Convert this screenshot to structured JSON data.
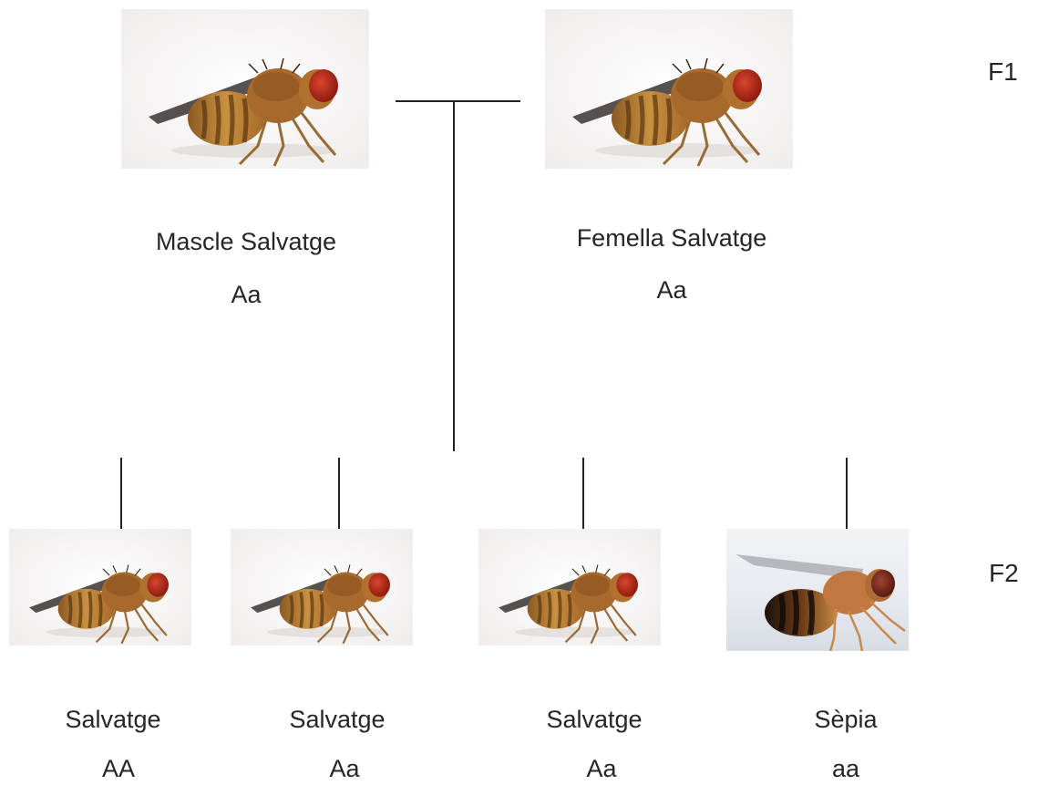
{
  "generations": {
    "f1": "F1",
    "f2": "F2"
  },
  "parents": [
    {
      "phenotype": "Mascle Salvatge",
      "genotype": "Aa",
      "icon": "fruit-fly-wild-type-photo"
    },
    {
      "phenotype": "Femella Salvatge",
      "genotype": "Aa",
      "icon": "fruit-fly-wild-type-photo"
    }
  ],
  "offspring": [
    {
      "phenotype": "Salvatge",
      "genotype": "AA",
      "icon": "fruit-fly-wild-type-photo"
    },
    {
      "phenotype": "Salvatge",
      "genotype": "Aa",
      "icon": "fruit-fly-wild-type-photo"
    },
    {
      "phenotype": "Salvatge",
      "genotype": "Aa",
      "icon": "fruit-fly-wild-type-photo"
    },
    {
      "phenotype": "Sèpia",
      "genotype": "aa",
      "icon": "fruit-fly-sepia-photo"
    }
  ],
  "colors": {
    "wild_eye": "#b32a1a",
    "sepia_eye": "#7a2a1e",
    "body": "#b87a3a",
    "line": "#222222"
  }
}
